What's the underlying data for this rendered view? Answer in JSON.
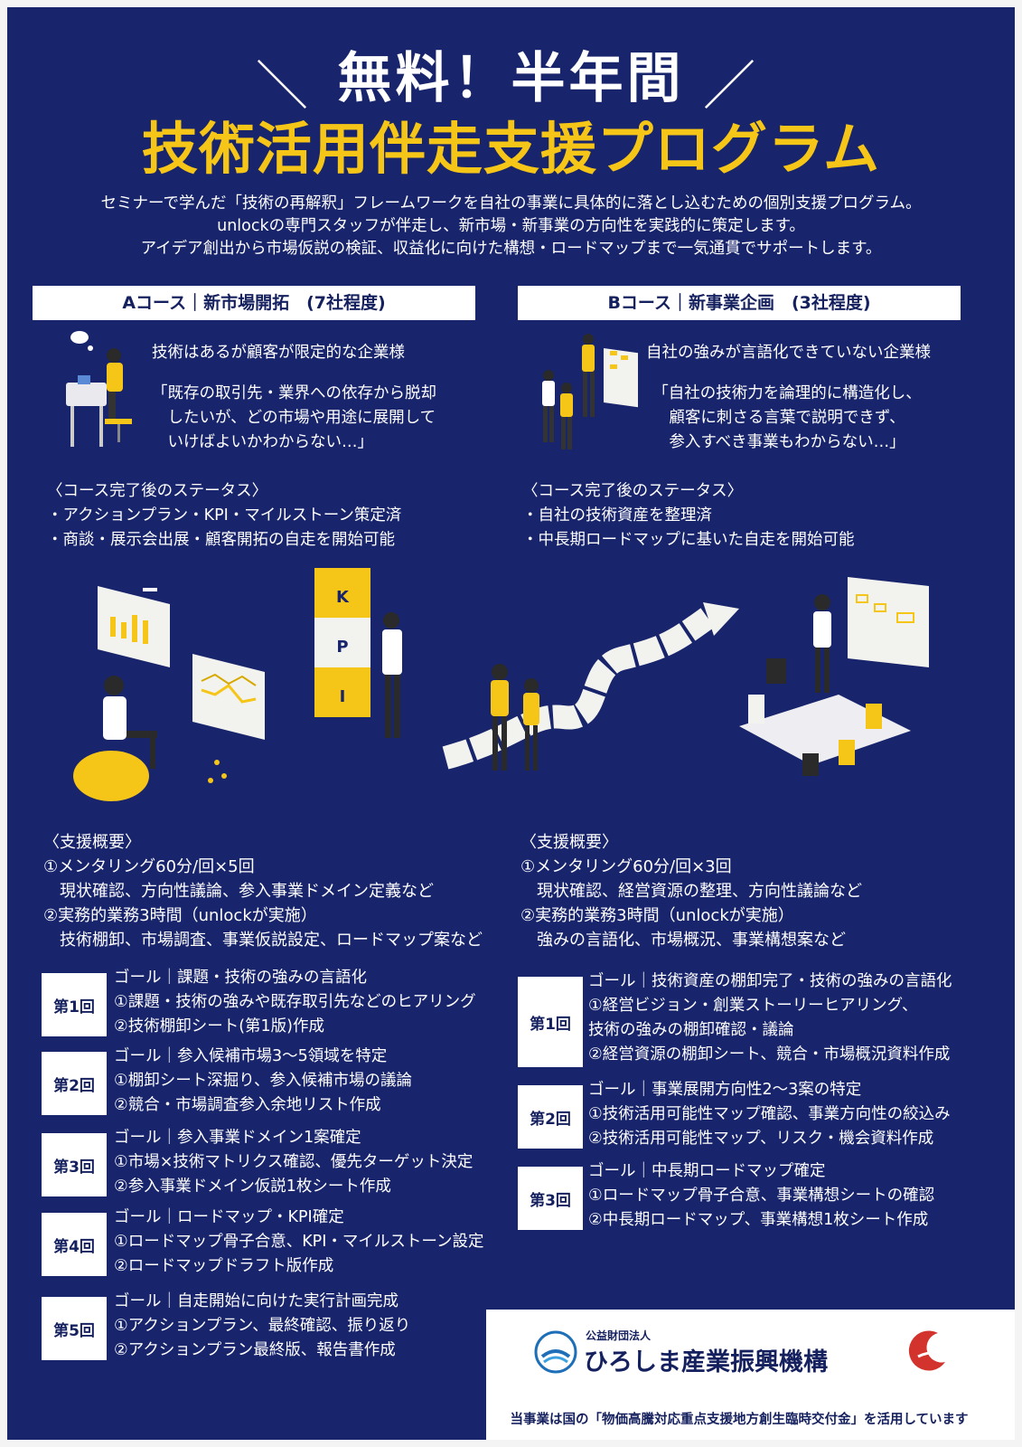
{
  "header": {
    "headline1": "無料！半年間",
    "slash_left": "＼",
    "slash_right": "／",
    "headline2": "技術活用伴走支援プログラム"
  },
  "intro": {
    "line1": "セミナーで学んだ「技術の再解釈」フレームワークを自社の事業に具体的に落とし込むための個別支援プログラム。",
    "line2": "unlockの専門スタッフが伴走し、新市場・新事業の方向性を実践的に策定します。",
    "line3": "アイデア創出から市場仮説の検証、収益化に向けた構想・ロードマップまで一気通貫でサポートします。"
  },
  "course_a": {
    "title": "Aコース｜新市場開拓　(7社程度)",
    "target": "技術はあるが顧客が限定的な企業様",
    "quote": [
      "「既存の取引先・業界への依存から脱却",
      "　したいが、どの市場や用途に展開して",
      "　いけばよいかわからない…」"
    ],
    "status_heading": "〈コース完了後のステータス〉",
    "status_items": [
      "・アクションプラン・KPI・マイルストーン策定済",
      "・商談・展示会出展・顧客開拓の自走を開始可能"
    ],
    "overview_heading": "〈支援概要〉",
    "overview_lines": [
      "①メンタリング60分/回×5回",
      "　現状確認、方向性議論、参入事業ドメイン定義など",
      "②実務的業務3時間（unlockが実施）",
      "　技術棚卸、市場調査、事業仮説設定、ロードマップ案など"
    ],
    "sessions": [
      {
        "label": "第1回",
        "lines": [
          "ゴール｜課題・技術の強みの言語化",
          "①課題・技術の強みや既存取引先などのヒアリング",
          "②技術棚卸シート(第1版)作成"
        ]
      },
      {
        "label": "第2回",
        "lines": [
          "ゴール｜参入候補市場3～5領域を特定",
          "①棚卸シート深掘り、参入候補市場の議論",
          "②競合・市場調査参入余地リスト作成"
        ]
      },
      {
        "label": "第3回",
        "lines": [
          "ゴール｜参入事業ドメイン1案確定",
          "①市場×技術マトリクス確認、優先ターゲット決定",
          "②参入事業ドメイン仮説1枚シート作成"
        ]
      },
      {
        "label": "第4回",
        "lines": [
          "ゴール｜ロードマップ・KPI確定",
          "①ロードマップ骨子合意、KPI・マイルストーン設定",
          "②ロードマップドラフト版作成"
        ]
      },
      {
        "label": "第5回",
        "lines": [
          "ゴール｜自走開始に向けた実行計画完成",
          "①アクションプラン、最終確認、振り返り",
          "②アクションプラン最終版、報告書作成"
        ]
      }
    ]
  },
  "course_b": {
    "title": "Bコース｜新事業企画　(3社程度)",
    "target": "自社の強みが言語化できていない企業様",
    "quote": [
      "「自社の技術力を論理的に構造化し、",
      "顧客に刺さる言葉で説明できず、",
      "参入すべき事業もわからない…」"
    ],
    "status_heading": "〈コース完了後のステータス〉",
    "status_items": [
      "・自社の技術資産を整理済",
      "・中長期ロードマップに基いた自走を開始可能"
    ],
    "overview_heading": "〈支援概要〉",
    "overview_lines": [
      "①メンタリング60分/回×3回",
      "　現状確認、経営資源の整理、方向性議論など",
      "②実務的業務3時間（unlockが実施）",
      "　強みの言語化、市場概況、事業構想案など"
    ],
    "sessions": [
      {
        "label": "第1回",
        "lines": [
          "ゴール｜技術資産の棚卸完了・技術の強みの言語化",
          "①経営ビジョン・創業ストーリーヒアリング、",
          "技術の強みの棚卸確認・議論",
          "②経営資源の棚卸シート、競合・市場概況資料作成"
        ]
      },
      {
        "label": "第2回",
        "lines": [
          "ゴール｜事業展開方向性2～3案の特定",
          "①技術活用可能性マップ確認、事業方向性の絞込み",
          "②技術活用可能性マップ、リスク・機会資料作成"
        ]
      },
      {
        "label": "第3回",
        "lines": [
          "ゴール｜中長期ロードマップ確定",
          "①ロードマップ骨子合意、事業構想シートの確認",
          "②中長期ロードマップ、事業構想1枚シート作成"
        ]
      }
    ]
  },
  "illustration": {
    "kpi_letters": [
      "K",
      "P",
      "I"
    ]
  },
  "footer": {
    "org_type": "公益財団法人",
    "org_name": "ひろしま産業振興機構",
    "note": "当事業は国の「物価高騰対応重点支援地方創生臨時交付金」を活用しています"
  },
  "colors": {
    "background": "#18246b",
    "accent": "#f5c518",
    "white": "#ffffff",
    "logo_red": "#d2332c"
  }
}
